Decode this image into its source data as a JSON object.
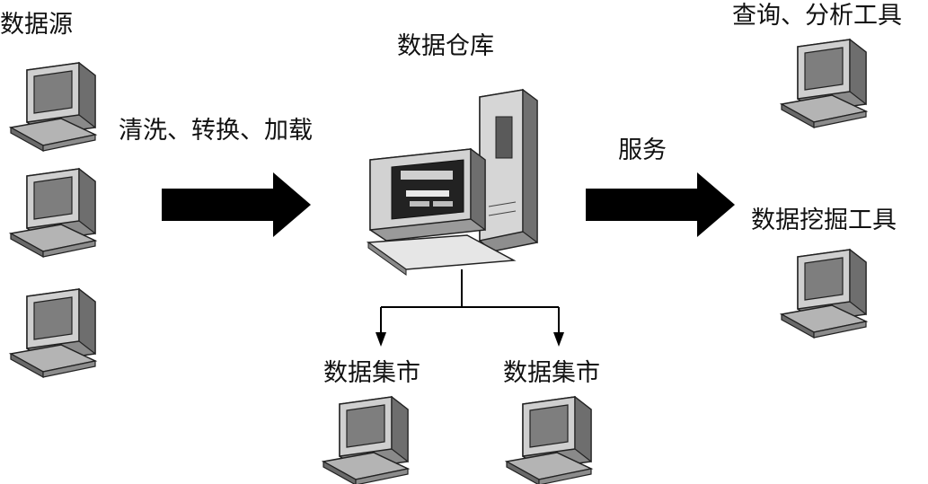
{
  "labels": {
    "source": "数据源",
    "etl": "清洗、转换、加载",
    "warehouse": "数据仓库",
    "service": "服务",
    "query_tools": "查询、分析工具",
    "mining_tools": "数据挖掘工具",
    "mart_left": "数据集市",
    "mart_right": "数据集市"
  },
  "icons": {
    "computer": "computer-icon",
    "server": "server-workstation-icon",
    "arrow": "arrow-right-icon"
  },
  "colors": {
    "arrow": "#000000",
    "outline": "#222222",
    "gray_light": "#d9d9d9",
    "gray_mid": "#9a9a9a",
    "gray_dark": "#555555"
  }
}
